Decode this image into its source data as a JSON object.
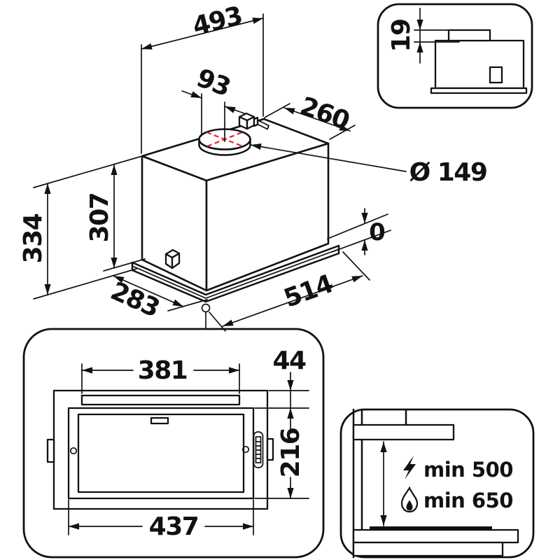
{
  "drawing": {
    "iso": {
      "dim_width_top": "493",
      "dim_duct_offset": "93",
      "dim_depth_top": "260",
      "dim_duct_diameter": "Ø 149",
      "dim_height_overall": "334",
      "dim_height_body": "307",
      "dim_flush_bottom": "0",
      "dim_depth_bottom": "283",
      "dim_width_bottom": "514"
    },
    "side_inset": {
      "dim_collar_height": "19"
    },
    "cutout_inset": {
      "dim_strip_width": "381",
      "dim_top_offset": "44",
      "dim_cutout_height": "216",
      "dim_cutout_width": "437"
    },
    "clearance_inset": {
      "electric_min_height": "min 500",
      "gas_min_height": "min 650",
      "icons": {
        "electric": "lightning-bolt-icon",
        "gas": "gas-flame-icon"
      }
    },
    "colors": {
      "line": "#111111",
      "center_mark_red": "#e8232a"
    }
  }
}
